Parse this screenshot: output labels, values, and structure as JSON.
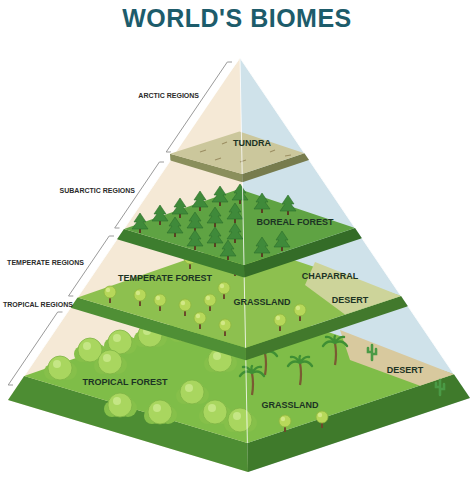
{
  "diagram": {
    "title": "WORLD'S BIOMES",
    "labels": [
      "ARCTIC REGIONS",
      "TUNDRA",
      "SUBARCTIC REGIONS",
      "BOREAL FOREST",
      "TEMPERATE REGIONS",
      "TEMPERATE FOREST",
      "CHAPARRAL",
      "GRASSLAND",
      "DESERT",
      "TROPICAL REGIONS",
      "TROPICAL FOREST",
      "DESERT",
      "GRASSLAND"
    ]
  }
}
